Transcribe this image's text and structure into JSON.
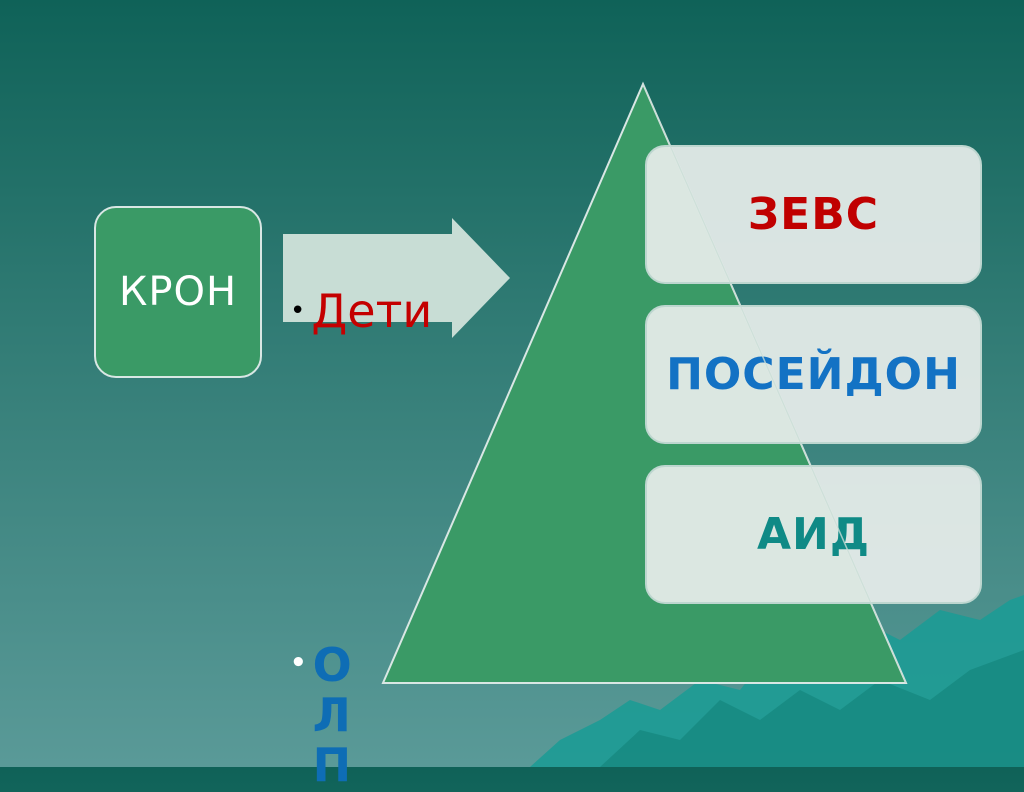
{
  "kron": {
    "label": "КРОН"
  },
  "children": {
    "label": "Дети"
  },
  "olymp": {
    "label": "ОЛП"
  },
  "gods": [
    {
      "label": "ЗЕВС",
      "color": "#c00000"
    },
    {
      "label": "ПОСЕЙДОН",
      "color": "#1372c4"
    },
    {
      "label": "АИД",
      "color": "#0f8a86"
    }
  ],
  "colors": {
    "background_top": "#0f6258",
    "background_bottom": "#5a9a98",
    "triangle": "#3a9a66",
    "arrow": "#c8ddd5"
  }
}
